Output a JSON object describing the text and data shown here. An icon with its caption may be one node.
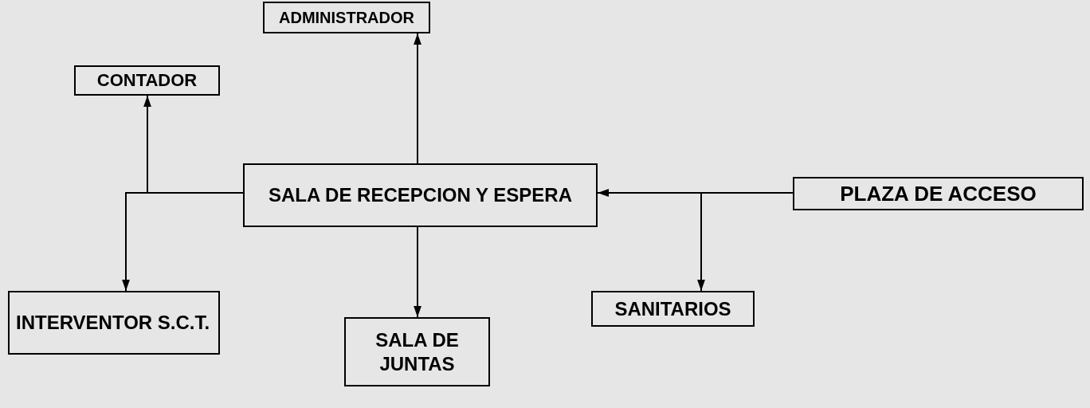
{
  "diagram": {
    "nodes": [
      {
        "text": [
          "ADMINISTRADOR"
        ]
      },
      {
        "text": [
          "CONTADOR"
        ]
      },
      {
        "text": [
          "SALA DE RECEPCION Y ESPERA"
        ]
      },
      {
        "text": [
          "PLAZA DE ACCESO"
        ]
      },
      {
        "text": [
          "INTERVENTOR S.C.T."
        ]
      },
      {
        "text": [
          "SALA DE JUNTAS"
        ]
      },
      {
        "text": [
          "SANITARIOS"
        ]
      }
    ],
    "edges": [
      {
        "from": 2,
        "to": 0,
        "arrow": "to"
      },
      {
        "from": 2,
        "to": 1,
        "arrow": "to"
      },
      {
        "from": 2,
        "to": 4,
        "arrow": "to"
      },
      {
        "from": 2,
        "to": 5,
        "arrow": "to"
      },
      {
        "from": 3,
        "to": 2,
        "arrow": "to"
      },
      {
        "from": 3,
        "to": 6,
        "arrow": "to"
      }
    ]
  }
}
